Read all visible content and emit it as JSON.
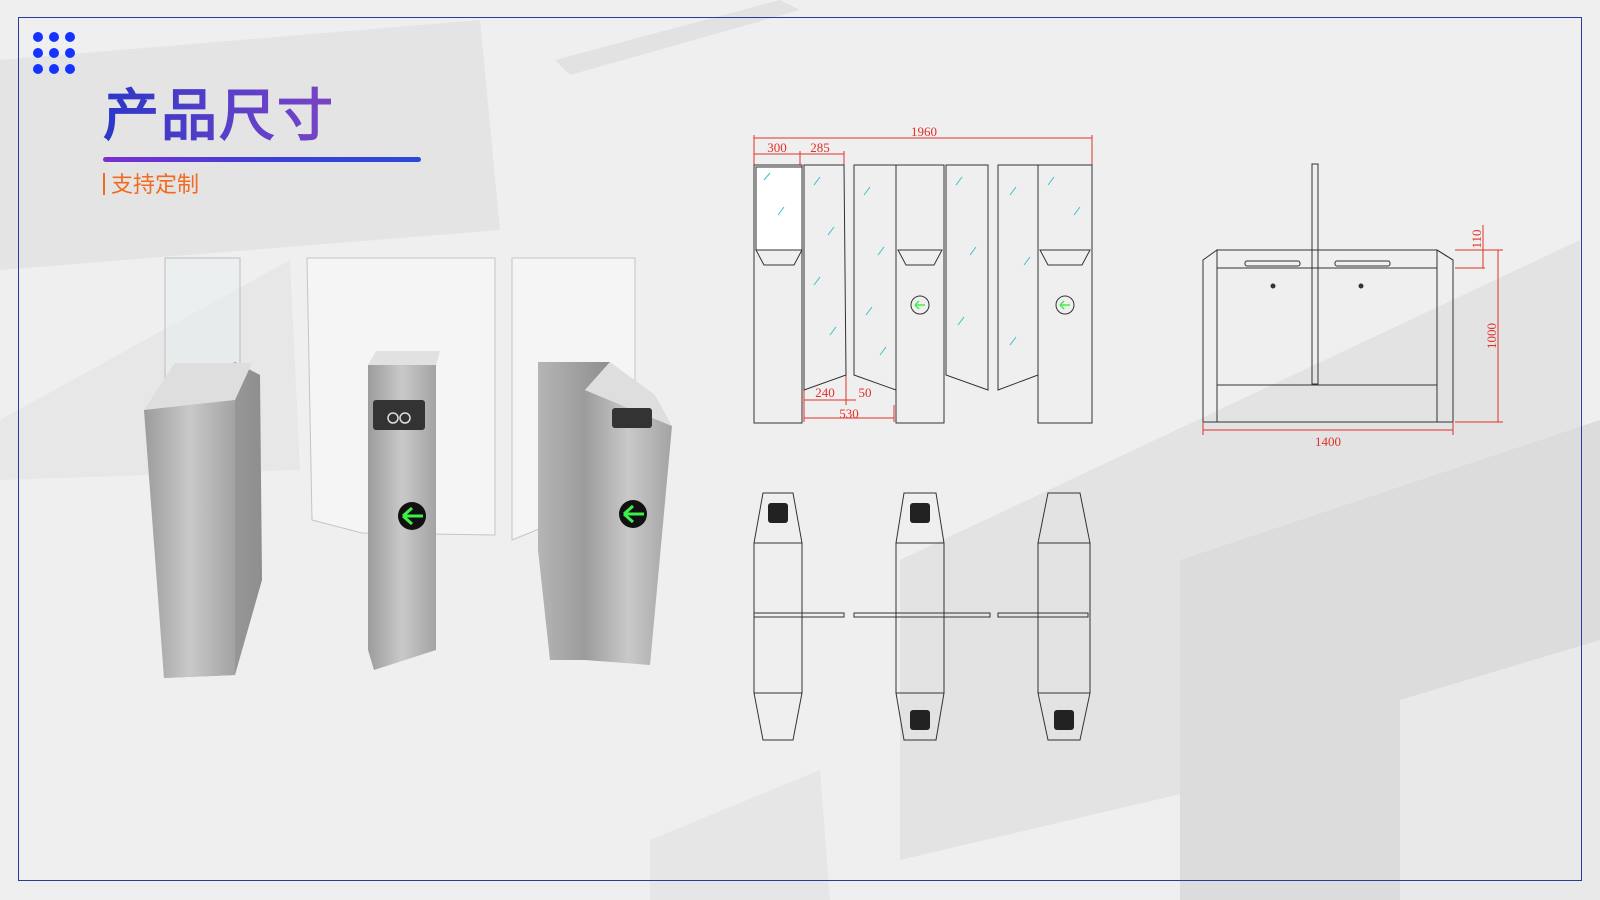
{
  "header": {
    "title": "产品尺寸",
    "subtitle": "支持定制"
  },
  "colors": {
    "accent_blue": "#1533ff",
    "title_gradient_start": "#2b37c8",
    "title_gradient_end": "#7a44c4",
    "subtitle_orange": "#f26a1f",
    "dimension_red": "#e0302a",
    "frame_border": "#2c3a9a"
  },
  "drawing": {
    "front_view": {
      "total_width": "1960",
      "dim_a": "300",
      "dim_b": "285",
      "dim_c": "240",
      "dim_d": "50",
      "dim_e": "530"
    },
    "side_view": {
      "top_height": "110",
      "height": "1000",
      "width": "1400"
    }
  },
  "icons": [
    "dots-grid-icon",
    "arrow-left-icon",
    "card-reader-icon"
  ]
}
